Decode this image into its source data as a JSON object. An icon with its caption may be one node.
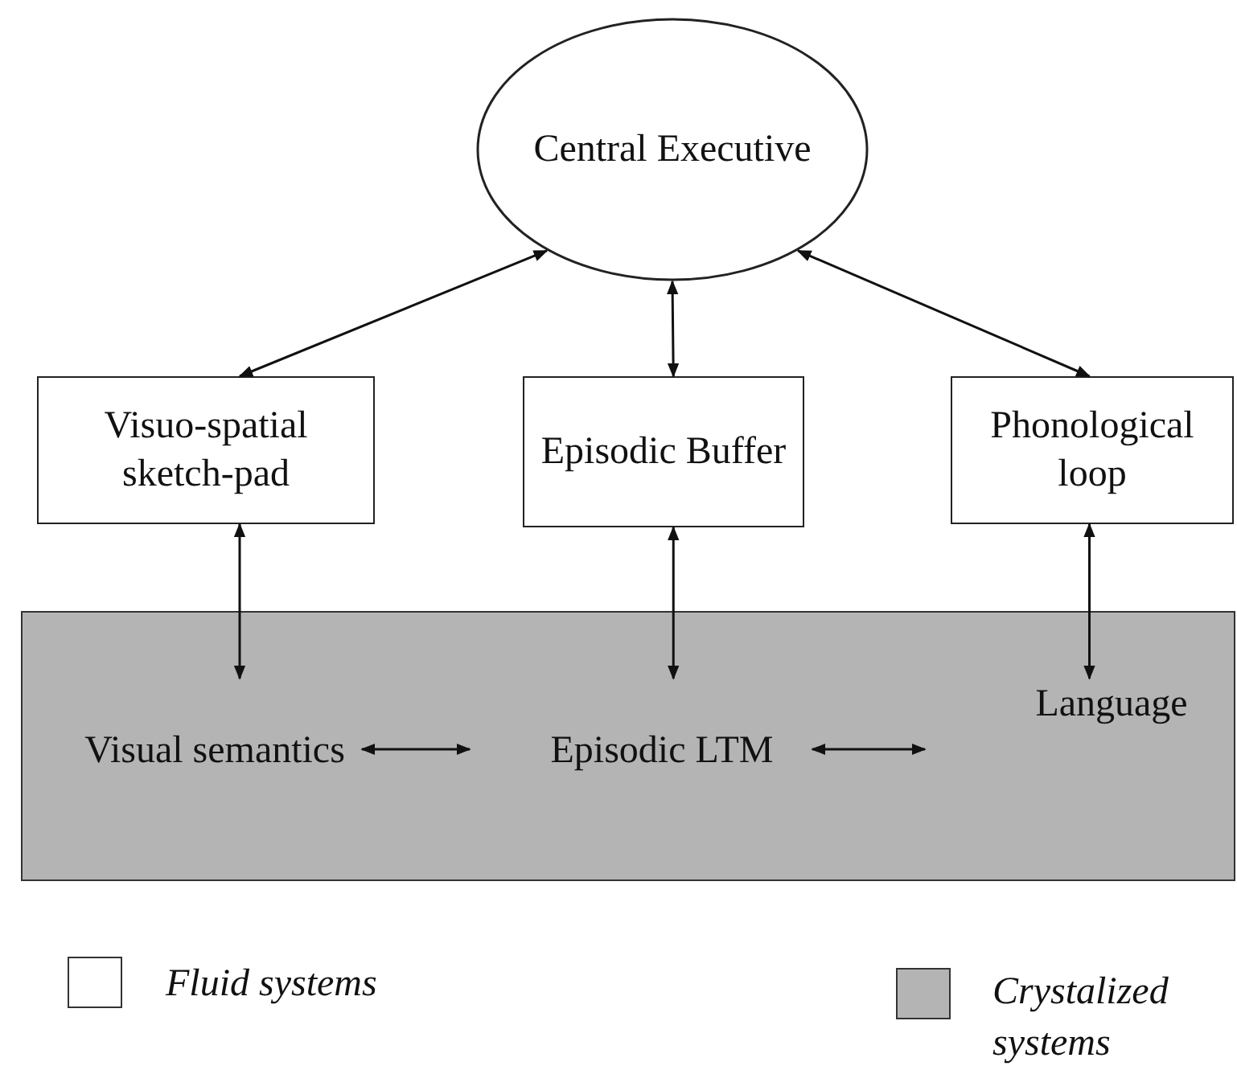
{
  "diagram": {
    "nodes": [
      {
        "text": [
          "Central Executive"
        ]
      },
      {
        "text": [
          "Visuo-spatial sketch-pad"
        ]
      },
      {
        "text": [
          "Episodic Buffer"
        ]
      },
      {
        "text": [
          "Phonological loop"
        ]
      },
      {
        "text": [],
        "shape": "box"
      },
      {
        "text": [
          "Visual semantics"
        ],
        "in": 4
      },
      {
        "text": [
          "Episodic LTM"
        ],
        "in": 4
      },
      {
        "text": [
          "Language"
        ],
        "in": 4
      }
    ],
    "edges": [
      {
        "from": 0,
        "to": 1,
        "arrow": "both"
      },
      {
        "from": 0,
        "to": 2,
        "arrow": "both"
      },
      {
        "from": 0,
        "to": 3,
        "arrow": "both"
      },
      {
        "from": 1,
        "to": 5,
        "arrow": "both"
      },
      {
        "from": 2,
        "to": 6,
        "arrow": "both"
      },
      {
        "from": 3,
        "to": 7,
        "arrow": "both"
      },
      {
        "from": 5,
        "to": 6,
        "arrow": "both"
      },
      {
        "from": 6,
        "to": 7,
        "arrow": "both"
      }
    ],
    "legend": [
      {
        "text": "Fluid systems",
        "color": "#ffffff"
      },
      {
        "text": "Crystalized systems",
        "color": "#b4b4b4"
      }
    ]
  }
}
